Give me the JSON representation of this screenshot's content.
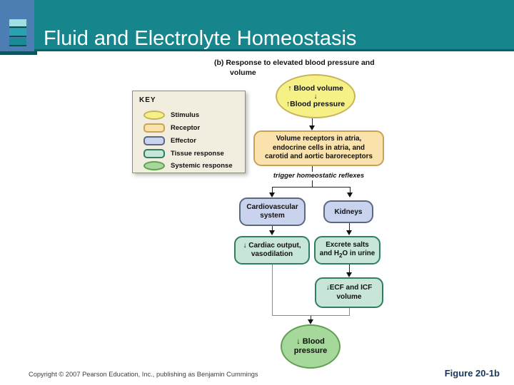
{
  "slide": {
    "title": "Fluid and Electrolyte Homeostasis",
    "copyright": "Copyright © 2007 Pearson Education, Inc., publishing as Benjamin Cummings",
    "figure_label": "Figure 20-1b"
  },
  "colors": {
    "banner_teal": "#17858C",
    "banner_edge": "#0B6169",
    "logo_blue": "#4C7EB4",
    "logo_bar_light": "#9FDEE3",
    "logo_bar_mid": "#28A2AE",
    "logo_bar_dark": "#1A8A95",
    "stimulus_fill": "#F6F187",
    "stimulus_border": "#C8B35B",
    "receptor_fill": "#FAE2AC",
    "receptor_border": "#C9A254",
    "effector_fill": "#C9D3ED",
    "effector_border": "#5A6880",
    "tissue_fill": "#C7E6D7",
    "tissue_border": "#2F7D62",
    "systemic_fill": "#A6D89B",
    "systemic_border": "#5FA053",
    "key_bg": "#F1EEE0",
    "figure_label_color": "#17365D"
  },
  "diagram": {
    "heading": "(b) Response to elevated blood pressure and volume",
    "key": {
      "title": "KEY",
      "items": [
        {
          "label": "Stimulus"
        },
        {
          "label": "Receptor"
        },
        {
          "label": "Effector"
        },
        {
          "label": "Tissue response"
        },
        {
          "label": "Systemic response"
        }
      ]
    },
    "stimulus": {
      "line1": "↑ Blood volume",
      "arrow": "↓",
      "line2": "↑Blood pressure"
    },
    "receptor": {
      "line1": "Volume receptors in atria,",
      "line2": "endocrine cells in atria, and",
      "line3": "carotid and aortic baroreceptors"
    },
    "trigger": "trigger homeostatic reflexes",
    "cardiovascular": {
      "line1": "Cardiovascular",
      "line2": "system"
    },
    "kidneys": "Kidneys",
    "cardiac": {
      "line1": "↓ Cardiac output,",
      "line2": "vasodilation"
    },
    "excrete": {
      "line1": "Excrete salts",
      "line2a": "and H",
      "line2sub": "2",
      "line2b": "O in urine"
    },
    "ecf": {
      "line1": "↓ECF and ICF",
      "line2": "volume"
    },
    "blood_pressure": {
      "line1": "↓ Blood",
      "line2": "pressure"
    }
  }
}
